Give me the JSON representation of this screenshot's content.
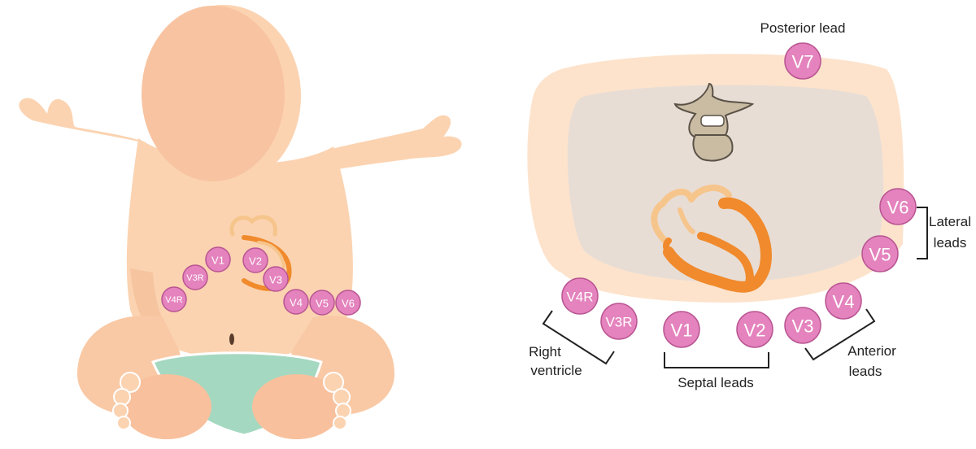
{
  "colors": {
    "skin": "#fbd3b1",
    "skin_shadow": "#f6b995",
    "head": "#f8c3a0",
    "diaper": "#a5d8c1",
    "lead_fill": "#e483bd",
    "lead_stroke": "#b95592",
    "heart_outer": "#f08a2c",
    "heart_light": "#f6c58c",
    "chest_body": "#fde3cc",
    "chest_cavity": "#e8ddd5",
    "vertebra": "#c9bca3"
  },
  "infant": {
    "leads": [
      {
        "id": "v1",
        "label": "V1"
      },
      {
        "id": "v2",
        "label": "V2"
      },
      {
        "id": "v3",
        "label": "V3"
      },
      {
        "id": "v3r",
        "label": "V3R"
      },
      {
        "id": "v4r",
        "label": "V4R"
      },
      {
        "id": "v4",
        "label": "V4"
      },
      {
        "id": "v5",
        "label": "V5"
      },
      {
        "id": "v6",
        "label": "V6"
      }
    ]
  },
  "chest": {
    "leads": [
      {
        "id": "v7",
        "label": "V7"
      },
      {
        "id": "v6",
        "label": "V6"
      },
      {
        "id": "v5",
        "label": "V5"
      },
      {
        "id": "v4",
        "label": "V4"
      },
      {
        "id": "v3",
        "label": "V3"
      },
      {
        "id": "v2",
        "label": "V2"
      },
      {
        "id": "v1",
        "label": "V1"
      },
      {
        "id": "v3r",
        "label": "V3R"
      },
      {
        "id": "v4r",
        "label": "V4R"
      }
    ],
    "labels": {
      "posterior": "Posterior lead",
      "lateral_1": "Lateral",
      "lateral_2": "leads",
      "anterior_1": "Anterior",
      "anterior_2": "leads",
      "septal": "Septal leads",
      "rv_1": "Right",
      "rv_2": "ventricle"
    }
  }
}
